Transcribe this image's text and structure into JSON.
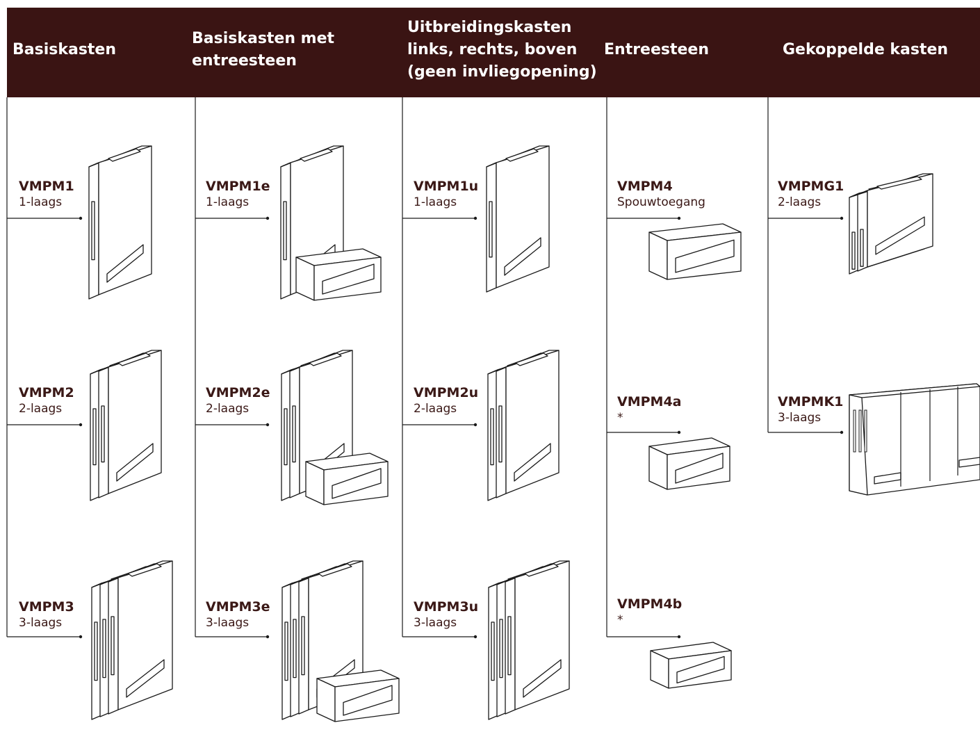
{
  "columns": [
    {
      "header": "Basiskasten",
      "items": [
        {
          "code": "VMPM1",
          "sub": "1-laags"
        },
        {
          "code": "VMPM2",
          "sub": "2-laags"
        },
        {
          "code": "VMPM3",
          "sub": "3-laags"
        }
      ]
    },
    {
      "header": "Basiskasten met\nentreesteen",
      "items": [
        {
          "code": "VMPM1e",
          "sub": "1-laags"
        },
        {
          "code": "VMPM2e",
          "sub": "2-laags"
        },
        {
          "code": "VMPM3e",
          "sub": "3-laags"
        }
      ]
    },
    {
      "header": "Uitbreidingskasten\nlinks, rechts, boven\n(geen invliegopening)",
      "items": [
        {
          "code": "VMPM1u",
          "sub": "1-laags"
        },
        {
          "code": "VMPM2u",
          "sub": "2-laags"
        },
        {
          "code": "VMPM3u",
          "sub": "3-laags"
        }
      ]
    },
    {
      "header": "Entreesteen",
      "items": [
        {
          "code": "VMPM4",
          "sub": "Spouwtoegang"
        },
        {
          "code": "VMPM4a",
          "sub": "*"
        },
        {
          "code": "VMPM4b",
          "sub": "*"
        }
      ]
    },
    {
      "header": "Gekoppelde kasten",
      "items": [
        {
          "code": "VMPMG1",
          "sub": "2-laags"
        },
        {
          "code": "VMPMK1",
          "sub": "3-laags"
        }
      ]
    }
  ],
  "colors": {
    "header_bg": "#3a1413",
    "header_text": "#ffffff",
    "text": "#3a1816",
    "line": "#1a1a1a"
  }
}
